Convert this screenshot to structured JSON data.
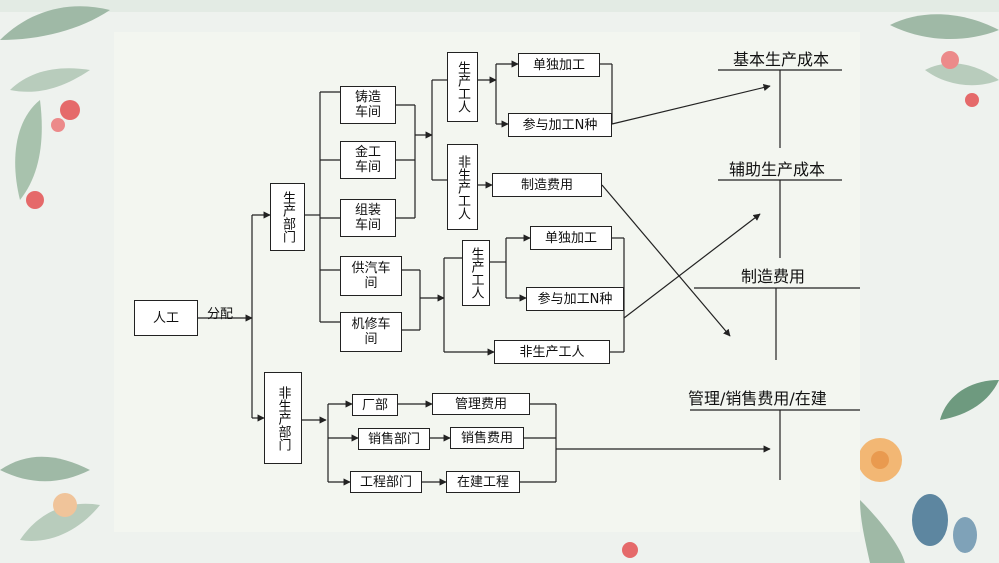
{
  "labor": "人工",
  "allocate": "分配",
  "production_dept": "生产部门",
  "non_production_dept": "非生产部门",
  "workshops": {
    "casting": "铸造车间",
    "metalwork": "金工车间",
    "assembly": "组装车间",
    "steam_supply": "供汽车间",
    "repair": "机修车间"
  },
  "workers": {
    "prod_1": "生产工人",
    "nonprod_1": "非生产工人",
    "prod_2": "生产工人",
    "nonprod_2": "非生产工人"
  },
  "work_types": {
    "single_1": "单独加工",
    "multi_1": "参与加工N种",
    "mfg_cost": "制造费用",
    "single_2": "单独加工",
    "multi_2": "参与加工N种"
  },
  "non_prod_units": {
    "factory": "厂部",
    "sales": "销售部门",
    "engineering": "工程部门"
  },
  "expenses": {
    "management": "管理费用",
    "selling": "销售费用",
    "construction": "在建工程"
  },
  "targets": {
    "basic_production_cost": "基本生产成本",
    "auxiliary_production_cost": "辅助生产成本",
    "manufacturing_overhead": "制造费用",
    "period_expenses": "管理/销售费用/在建"
  },
  "colors": {
    "line": "#222222",
    "box": "#ffffff",
    "slide": "#f3f6f0"
  }
}
